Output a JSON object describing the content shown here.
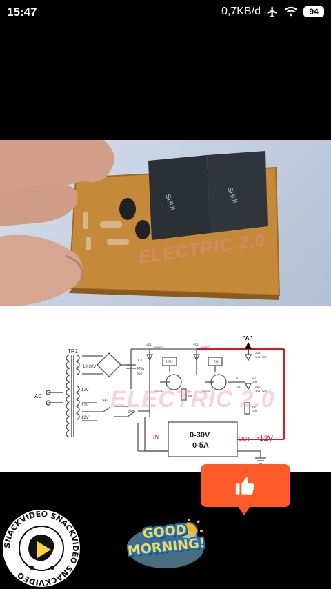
{
  "status_bar": {
    "time": "15:47",
    "net_speed": "0,7KB/d",
    "battery": "94",
    "icons": [
      "airplane-icon",
      "wifi-icon",
      "battery-icon"
    ]
  },
  "video": {
    "watermark": "ELECTRIC 2.0"
  },
  "schematic": {
    "labels": {
      "tr1": "TR1",
      "ac": "AC",
      "v1820": "18-20V",
      "c1": "C1",
      "c1_val": "470µ",
      "c1_volt": "35V",
      "v12a": "12V",
      "v12b": "12V",
      "v12c": "12V",
      "v12d": "12V",
      "v12e": "12V",
      "sa1": "SA1",
      "sa2": "SA2",
      "vd1": "VD1",
      "vd1_part": "1N4007",
      "vd2": "VD2",
      "vd2_part": "1N4007",
      "q1": "2N5551",
      "q2": "2N5551",
      "r1": "R1",
      "r1_val": "10k",
      "r3": "R3",
      "r3_val": "10k",
      "r4": "R4",
      "r4_val": "10k",
      "r2": "R2",
      "r2_val": "10k",
      "zd1": "ZD1",
      "zd1_part": "1N4742A",
      "zd2": "ZD2",
      "zd2_part": "1N4742A",
      "point_a": "\"A\"",
      "in": "IN",
      "out": "OUT",
      "out_gt": ">12V",
      "module_v": "0-30V",
      "module_a": "0-5A"
    }
  },
  "overlay": {
    "like_icon": "thumbs-up-icon",
    "sticker_line1": "GOOD",
    "sticker_line2": "MORNING!",
    "snack_text": "SNACKVIDEO SNACKVIDEO SNACKVIDEO",
    "colors": {
      "like": "#ff5a2a",
      "wire_red": "#d8182a",
      "schematic_line": "#555555"
    }
  }
}
